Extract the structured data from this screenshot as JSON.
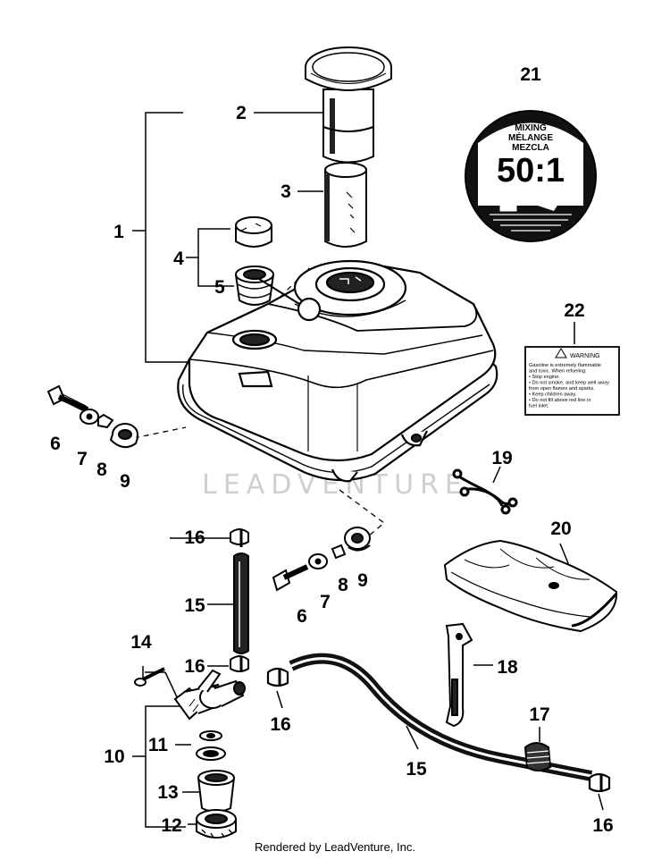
{
  "callouts": [
    "1",
    "2",
    "3",
    "4",
    "5",
    "6",
    "7",
    "8",
    "9",
    "10",
    "11",
    "12",
    "13",
    "14",
    "15",
    "16",
    "17",
    "18",
    "19",
    "20",
    "21",
    "22"
  ],
  "decal_mixing": {
    "line1": "MIXING",
    "line2": "MÉLANGE",
    "line3": "MEZCLA",
    "ratio": "50:1"
  },
  "decal_warning": {
    "title": "WARNING",
    "lines": [
      "Gasoline is extremely flammable",
      "and toxic. When refueling:",
      "• Stop engine.",
      "• Do not smoke, and keep well away",
      "from open flames and sparks.",
      "• Keep children away.",
      "• Do not fill above red line in",
      "fuel inlet."
    ]
  },
  "watermark": "LEADVENTURE",
  "footer": "Rendered by LeadVenture, Inc."
}
